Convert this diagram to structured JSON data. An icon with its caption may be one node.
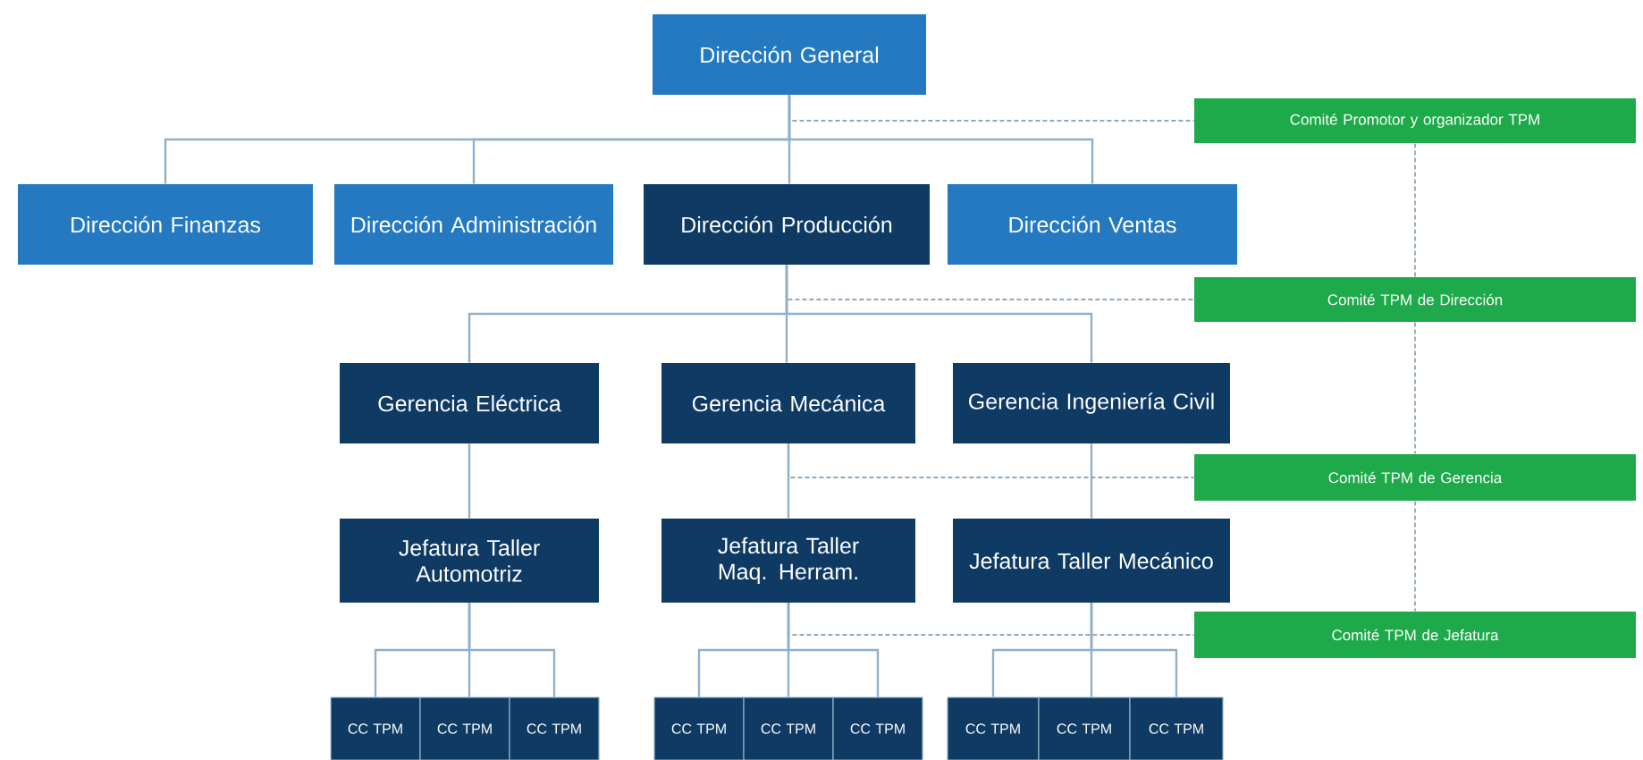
{
  "diagram": {
    "nodes": [
      {
        "text": [
          "Dirección General"
        ]
      },
      {
        "text": [
          "Dirección Finanzas"
        ]
      },
      {
        "text": [
          "Dirección Administración"
        ]
      },
      {
        "text": [
          "Dirección Producción"
        ]
      },
      {
        "text": [
          "Dirección Ventas"
        ]
      },
      {
        "text": [
          "Gerencia Eléctrica"
        ]
      },
      {
        "text": [
          "Gerencia Mecánica"
        ]
      },
      {
        "text": [
          "Gerencia Ingeniería Civil"
        ]
      },
      {
        "text": [
          "Jefatura Taller Automotriz"
        ]
      },
      {
        "text": [
          "Jefatura Taller Maq. Herram."
        ]
      },
      {
        "text": [
          "Jefatura Taller Mecánico"
        ]
      },
      {
        "text": [
          "CC TPM"
        ]
      },
      {
        "text": [
          "CC TPM"
        ]
      },
      {
        "text": [
          "CC TPM"
        ]
      },
      {
        "text": [
          "CC TPM"
        ]
      },
      {
        "text": [
          "CC TPM"
        ]
      },
      {
        "text": [
          "CC TPM"
        ]
      },
      {
        "text": [
          "CC TPM"
        ]
      },
      {
        "text": [
          "CC TPM"
        ]
      },
      {
        "text": [
          "CC TPM"
        ]
      },
      {
        "text": [
          "Comité Promotor y organizador TPM"
        ]
      },
      {
        "text": [
          "Comité TPM de Dirección"
        ]
      },
      {
        "text": [
          "Comité TPM de Gerencia"
        ]
      },
      {
        "text": [
          "Comité TPM de Jefatura"
        ]
      }
    ],
    "edges": [
      {
        "from": 0,
        "to": 1,
        "arrow": "none"
      },
      {
        "from": 0,
        "to": 2,
        "arrow": "none"
      },
      {
        "from": 0,
        "to": 3,
        "arrow": "none"
      },
      {
        "from": 0,
        "to": 4,
        "arrow": "none"
      },
      {
        "from": 3,
        "to": 5,
        "arrow": "none"
      },
      {
        "from": 3,
        "to": 6,
        "arrow": "none"
      },
      {
        "from": 3,
        "to": 7,
        "arrow": "none"
      },
      {
        "from": 5,
        "to": 8,
        "arrow": "none"
      },
      {
        "from": 6,
        "to": 9,
        "arrow": "none"
      },
      {
        "from": 7,
        "to": 10,
        "arrow": "none"
      },
      {
        "from": 8,
        "to": 11,
        "arrow": "none"
      },
      {
        "from": 8,
        "to": 12,
        "arrow": "none"
      },
      {
        "from": 8,
        "to": 13,
        "arrow": "none"
      },
      {
        "from": 9,
        "to": 14,
        "arrow": "none"
      },
      {
        "from": 9,
        "to": 15,
        "arrow": "none"
      },
      {
        "from": 9,
        "to": 16,
        "arrow": "none"
      },
      {
        "from": 10,
        "to": 17,
        "arrow": "none"
      },
      {
        "from": 10,
        "to": 18,
        "arrow": "none"
      },
      {
        "from": 10,
        "to": 19,
        "arrow": "none"
      },
      {
        "from": 0,
        "to": 20,
        "arrow": "none",
        "style": "dashed"
      },
      {
        "from": 3,
        "to": 21,
        "arrow": "none",
        "style": "dashed"
      },
      {
        "from": 6,
        "to": 22,
        "arrow": "none",
        "style": "dashed"
      },
      {
        "from": 9,
        "to": 23,
        "arrow": "none",
        "style": "dashed"
      },
      {
        "from": 20,
        "to": 21,
        "arrow": "none",
        "style": "dashed"
      },
      {
        "from": 21,
        "to": 22,
        "arrow": "none",
        "style": "dashed"
      },
      {
        "from": 22,
        "to": 23,
        "arrow": "none",
        "style": "dashed"
      }
    ]
  }
}
